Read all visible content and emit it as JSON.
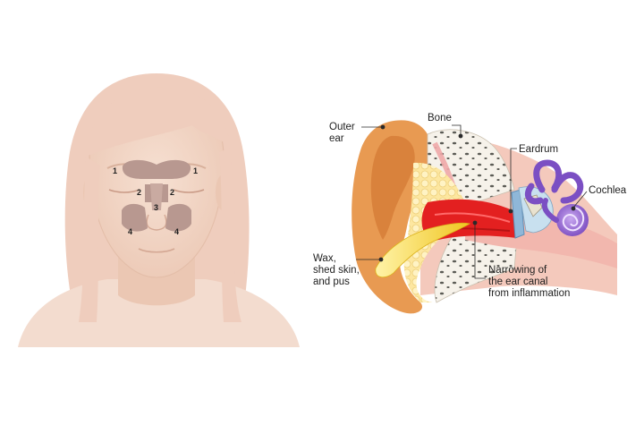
{
  "sinus_diagram": {
    "markers": {
      "frontal_left": "1",
      "frontal_right": "1",
      "ethmoid_left": "2",
      "ethmoid_right": "2",
      "sphenoid": "3",
      "maxillary_left": "4",
      "maxillary_right": "4"
    }
  },
  "ear_diagram": {
    "labels": {
      "outer_ear": [
        "Outer",
        "ear"
      ],
      "bone": "Bone",
      "eardrum": "Eardrum",
      "cochlea": "Cochlea",
      "wax": [
        "Wax,",
        "shed skin,",
        "and pus"
      ],
      "narrowing": [
        "Narrowing of",
        "the ear canal",
        "from inflammation"
      ]
    }
  },
  "colors": {
    "skin": "#f2d8c9",
    "skin_edge": "#e7c3b0",
    "hair": "#efcdbd",
    "sinus": "#b89890",
    "ear_outer": "#e89a52",
    "ear_inner": "#d9823c",
    "bone": "#f4f0e6",
    "fat": "#fde8a6",
    "inflammation": "#e32020",
    "wax": "#f3d23a",
    "canal": "#f2b7ae",
    "cochlea": "#8658c9"
  }
}
